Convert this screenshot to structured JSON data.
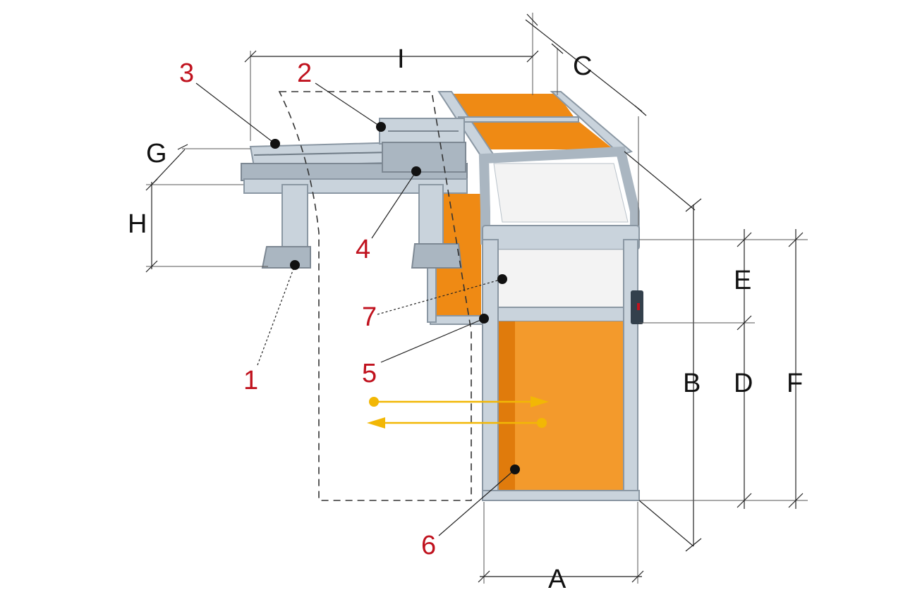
{
  "dimension_labels": {
    "A": "A",
    "B": "B",
    "C": "C",
    "D": "D",
    "E": "E",
    "F": "F",
    "G": "G",
    "H": "H",
    "I": "I"
  },
  "part_labels": {
    "p1": "1",
    "p2": "2",
    "p3": "3",
    "p4": "4",
    "p5": "5",
    "p6": "6",
    "p7": "7"
  },
  "colors": {
    "part_label": "#c0121e",
    "panel": "#ef8a14",
    "frame": "#c9d3dc",
    "motion_arrow": "#f2b705",
    "marker": "#111111"
  },
  "icons": {
    "motion": "double-horizontal-arrow-icon",
    "marker": "dot-marker-icon"
  }
}
